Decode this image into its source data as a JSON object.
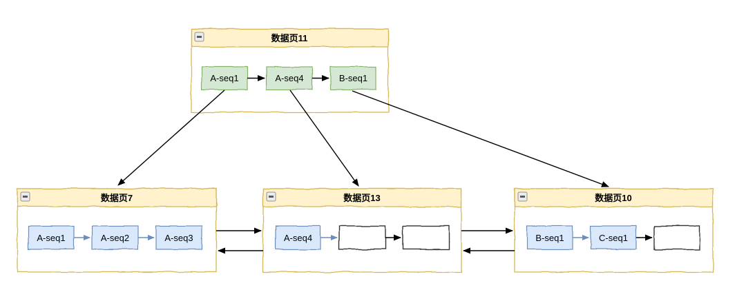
{
  "diagram": {
    "background": "#ffffff",
    "palette": {
      "container_header_fill": "#FFF2CC",
      "container_border": "#D6B656",
      "container_body_fill": "#FFFFFF",
      "green_node_fill": "#D5E8D4",
      "green_node_border": "#82B366",
      "blue_node_fill": "#DAE8FC",
      "blue_node_border": "#6C8EBF",
      "empty_node_fill": "#FFFFFF",
      "empty_node_border": "#333333",
      "black_edge": "#000000",
      "blue_edge": "#6C8EBF",
      "text": "#000000"
    },
    "containers": [
      {
        "title": "数据页11",
        "collapse_icon": "minus",
        "nodes": [
          {
            "label": "A-seq1",
            "style": "green"
          },
          {
            "label": "A-seq4",
            "style": "green"
          },
          {
            "label": "B-seq1",
            "style": "green"
          }
        ],
        "internal_arrows": [
          "black",
          "black"
        ]
      },
      {
        "title": "数据页7",
        "collapse_icon": "minus",
        "nodes": [
          {
            "label": "A-seq1",
            "style": "blue"
          },
          {
            "label": "A-seq2",
            "style": "blue"
          },
          {
            "label": "A-seq3",
            "style": "blue"
          }
        ],
        "internal_arrows": [
          "blue",
          "blue"
        ]
      },
      {
        "title": "数据页13",
        "collapse_icon": "minus",
        "nodes": [
          {
            "label": "A-seq4",
            "style": "blue"
          },
          {
            "label": "",
            "style": "empty"
          },
          {
            "label": "",
            "style": "empty"
          }
        ],
        "internal_arrows": [
          "blue",
          "black"
        ]
      },
      {
        "title": "数据页10",
        "collapse_icon": "minus",
        "nodes": [
          {
            "label": "B-seq1",
            "style": "blue"
          },
          {
            "label": "C-seq1",
            "style": "blue"
          },
          {
            "label": "",
            "style": "empty"
          }
        ],
        "internal_arrows": [
          "blue",
          "black"
        ]
      }
    ],
    "edges": [
      {
        "from": "数据页11:A-seq1",
        "to": "数据页7",
        "color": "black",
        "type": "arrow"
      },
      {
        "from": "数据页11:A-seq4",
        "to": "数据页13",
        "color": "black",
        "type": "arrow"
      },
      {
        "from": "数据页11:B-seq1",
        "to": "数据页10",
        "color": "black",
        "type": "arrow"
      },
      {
        "from": "数据页7",
        "to": "数据页13",
        "color": "black",
        "type": "arrow"
      },
      {
        "from": "数据页13",
        "to": "数据页7",
        "color": "black",
        "type": "arrow"
      },
      {
        "from": "数据页13",
        "to": "数据页10",
        "color": "black",
        "type": "arrow"
      },
      {
        "from": "数据页10",
        "to": "数据页13",
        "color": "black",
        "type": "arrow"
      }
    ]
  }
}
